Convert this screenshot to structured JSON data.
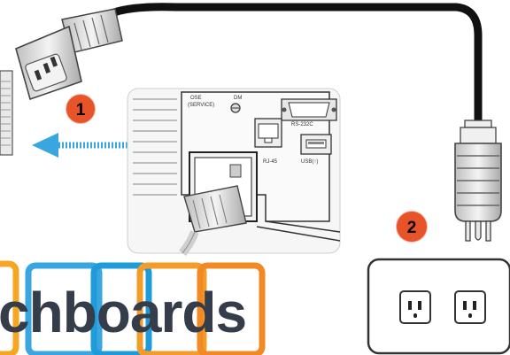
{
  "steps": [
    {
      "number": "1",
      "color": "#e8542a"
    },
    {
      "number": "2",
      "color": "#e8542a"
    }
  ],
  "projector_panel": {
    "labels": {
      "service": "(SERVICE)",
      "service_top": "OSE",
      "dm": "DM",
      "rs232c": "RS-232C",
      "rj45": "RJ-45",
      "usb": "USB(↑)"
    }
  },
  "logo": {
    "text": "chboards",
    "tile_colors": [
      "#f5a623",
      "#3aa6e0",
      "#1e9bd8",
      "#f39c2a",
      "#f18a24"
    ]
  },
  "arrow": {
    "color": "#3aa6e0",
    "direction": "left"
  },
  "outlet": {
    "socket_count": 2
  }
}
